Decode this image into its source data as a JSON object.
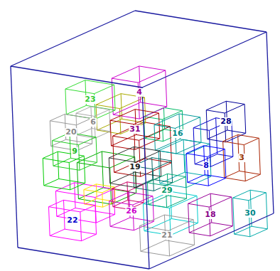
{
  "diagram": {
    "labels": [
      "4",
      "23",
      "20",
      "6",
      "9",
      "31",
      "16",
      "28",
      "3",
      "8",
      "19",
      "29",
      "22",
      "26",
      "21",
      "18",
      "30"
    ]
  }
}
